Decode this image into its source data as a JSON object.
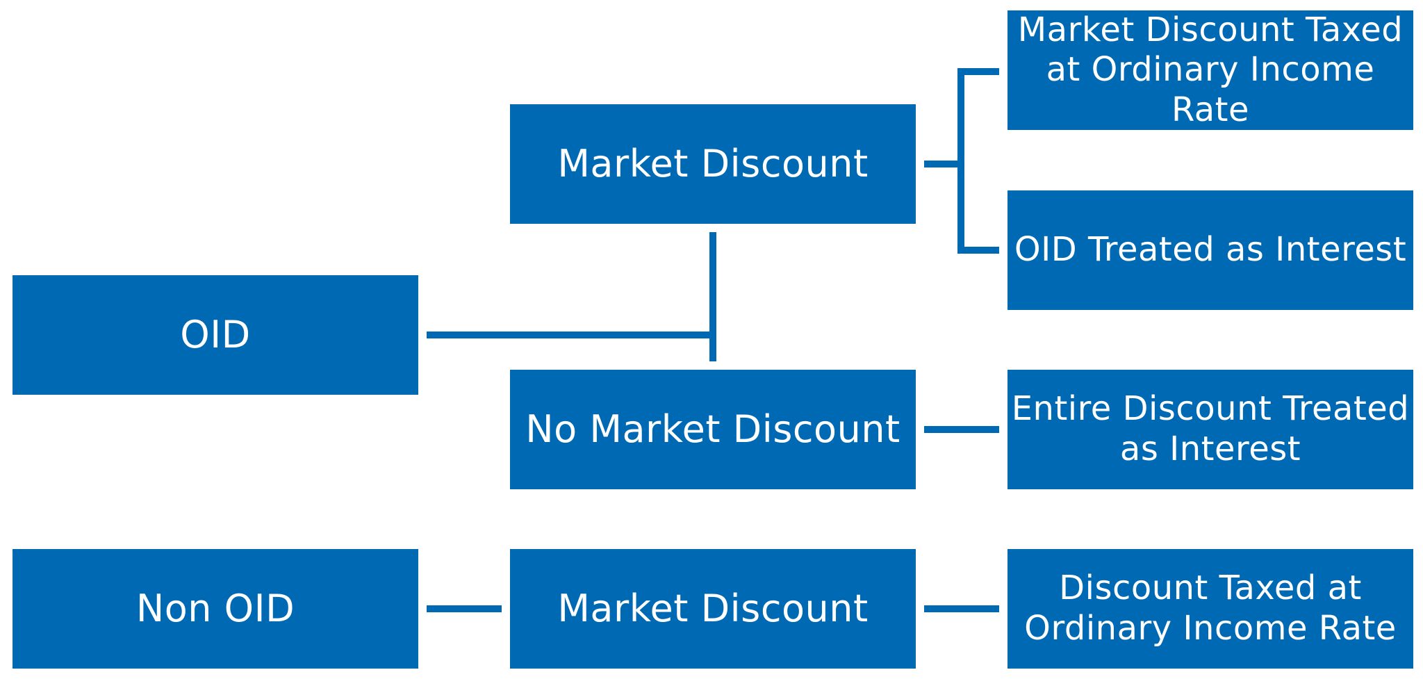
{
  "colors": {
    "box": "#0069b4",
    "text": "#ffffff",
    "background": "#ffffff",
    "line": "#0069b4"
  },
  "diagram": {
    "left": {
      "oid": "OID",
      "non_oid": "Non OID"
    },
    "middle": {
      "market_discount_top": "Market Discount",
      "no_market_discount": "No Market Discount",
      "market_discount_bottom": "Market Discount"
    },
    "right": {
      "market_discount_taxed": "Market Discount Taxed\nat Ordinary Income Rate",
      "oid_treated_interest": "OID Treated as Interest",
      "entire_discount_interest": "Entire Discount Treated\nas Interest",
      "discount_taxed_ordinary": "Discount Taxed at\nOrdinary Income Rate"
    }
  }
}
